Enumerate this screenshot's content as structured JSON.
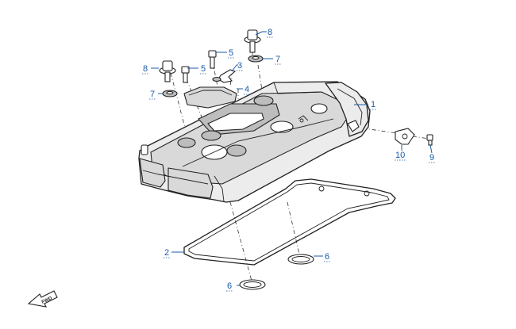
{
  "diagram": {
    "callouts": [
      {
        "label": "1"
      },
      {
        "label": "2"
      },
      {
        "label": "3"
      },
      {
        "label": "4"
      },
      {
        "label": "5"
      },
      {
        "label": "5"
      },
      {
        "label": "6"
      },
      {
        "label": "6"
      },
      {
        "label": "7"
      },
      {
        "label": "7"
      },
      {
        "label": "8"
      },
      {
        "label": "8"
      },
      {
        "label": "9"
      },
      {
        "label": "10"
      }
    ],
    "fwd_label": "FWD"
  }
}
